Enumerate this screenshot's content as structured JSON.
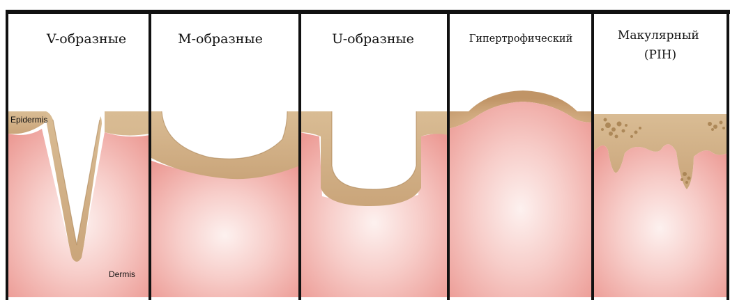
{
  "panels": [
    {
      "id": "v",
      "title_lines": [
        "V-образные"
      ]
    },
    {
      "id": "m",
      "title_lines": [
        "M-образные"
      ]
    },
    {
      "id": "u",
      "title_lines": [
        "U-образные"
      ]
    },
    {
      "id": "hyper",
      "title_lines": [
        "Гипертрофический"
      ]
    },
    {
      "id": "macular",
      "title_lines": [
        "Макулярный",
        "(PIH)"
      ]
    }
  ],
  "labels": {
    "epidermis": "Epidermis",
    "dermis": "Dermis"
  },
  "colors": {
    "border": "#111111",
    "epidermis": "#d8b88e",
    "epidermis_edge": "#a98050",
    "dermis_light": "#fdf1ef",
    "dermis_mid": "#f6c3bf",
    "dermis_dark": "#ec9a94",
    "pigment": "#b08b5e"
  }
}
